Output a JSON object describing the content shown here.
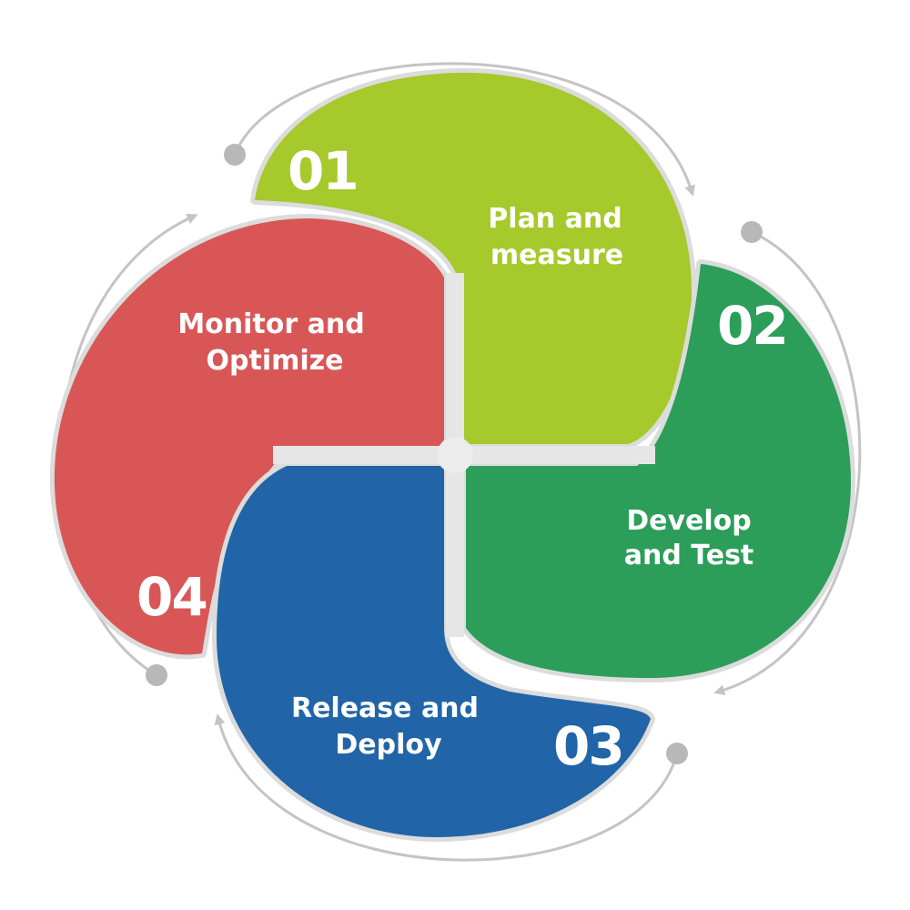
{
  "steps": [
    {
      "number": "01",
      "line1": "Plan and",
      "line2": "measure",
      "color": "#a6c92b"
    },
    {
      "number": "02",
      "line1": "Develop",
      "line2": "and Test",
      "color": "#2c9e5a"
    },
    {
      "number": "03",
      "line1": "Release and",
      "line2": "Deploy",
      "color": "#2165a8"
    },
    {
      "number": "04",
      "line1": "Monitor and",
      "line2": "Optimize",
      "color": "#d95656"
    }
  ],
  "colors": {
    "border": "#dcdcdc",
    "arrow": "#c4c4c4",
    "dot": "#b8b8b8"
  }
}
